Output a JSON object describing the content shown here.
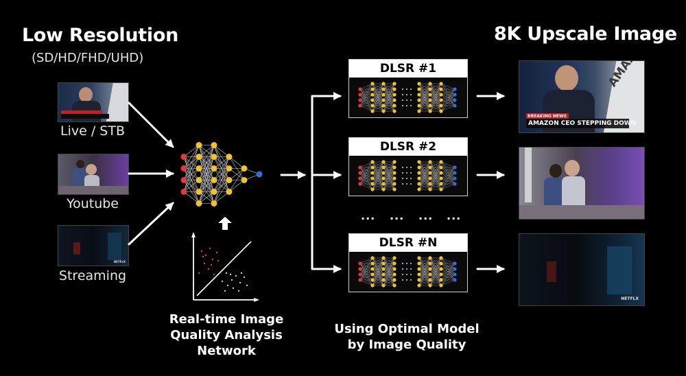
{
  "left": {
    "title": "Low Resolution",
    "subtitle": "(SD/HD/FHD/UHD)",
    "sources": [
      {
        "label": "Live / STB"
      },
      {
        "label": "Youtube"
      },
      {
        "label": "Streaming"
      }
    ]
  },
  "analysis": {
    "caption_line1": "Real-time Image",
    "caption_line2": "Quality Analysis",
    "caption_line3": "Network"
  },
  "models": {
    "items": [
      {
        "label": "DLSR #1"
      },
      {
        "label": "DLSR #2"
      },
      {
        "label": "DLSR #N"
      }
    ],
    "ellipsis": "...",
    "caption_line1": "Using Optimal Model",
    "caption_line2": "by Image Quality"
  },
  "right": {
    "title": "8K Upscale Image"
  },
  "thumb_text": {
    "breaking": "BREAKING NEWS",
    "headline": "AMAZON CEO STEPPING DOWN",
    "wall": "AMAZON",
    "stream_logo": "NETFLX"
  },
  "colors": {
    "background": "#000000",
    "node_red": "#e23a3a",
    "node_yellow": "#f2c12e",
    "node_blue": "#2f6fd6",
    "edge": "#c9c9c9"
  }
}
